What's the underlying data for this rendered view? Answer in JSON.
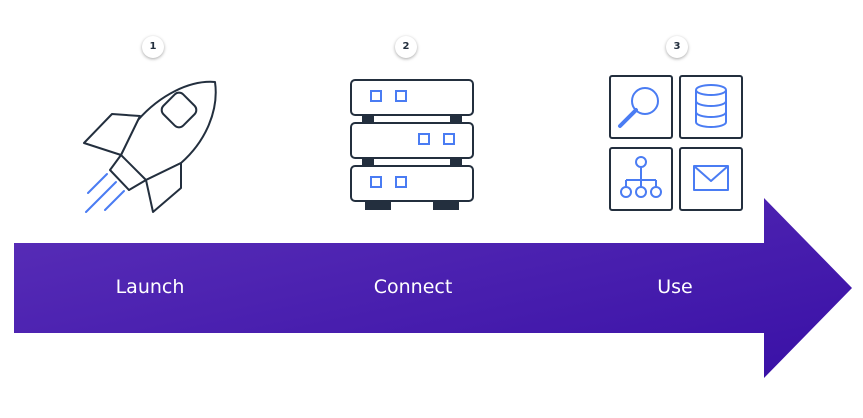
{
  "steps": [
    {
      "number": "1",
      "label": "Launch",
      "icon": "rocket-icon"
    },
    {
      "number": "2",
      "label": "Connect",
      "icon": "server-rack-icon"
    },
    {
      "number": "3",
      "label": "Use",
      "icon": "services-grid-icon"
    }
  ],
  "services_grid_icons": [
    "search-icon",
    "database-icon",
    "hierarchy-icon",
    "mail-icon"
  ],
  "colors": {
    "arrow_start": "#4d27a8",
    "arrow_end": "#3b12a8",
    "icon_stroke": "#232f3e",
    "icon_accent": "#4a7cf3",
    "label_text": "#ffffff",
    "badge_text": "#232f3e"
  }
}
